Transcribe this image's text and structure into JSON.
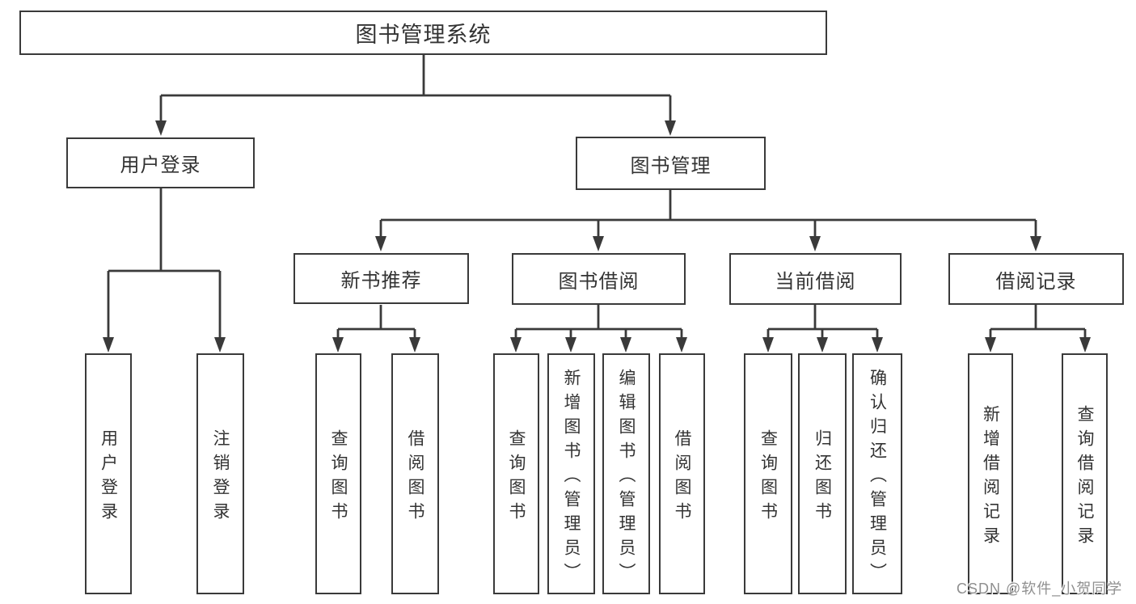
{
  "tree": {
    "label": "图书管理系统",
    "children": [
      {
        "label": "用户登录",
        "children": [
          {
            "label": "用户登录"
          },
          {
            "label": "注销登录"
          }
        ]
      },
      {
        "label": "图书管理",
        "children": [
          {
            "label": "新书推荐",
            "children": [
              {
                "label": "查询图书"
              },
              {
                "label": "借阅图书"
              }
            ]
          },
          {
            "label": "图书借阅",
            "children": [
              {
                "label": "查询图书"
              },
              {
                "label": "新增图书（管理员）"
              },
              {
                "label": "编辑图书（管理员）"
              },
              {
                "label": "借阅图书"
              }
            ]
          },
          {
            "label": "当前借阅",
            "children": [
              {
                "label": "查询图书"
              },
              {
                "label": "归还图书"
              },
              {
                "label": "确认归还（管理员）"
              }
            ]
          },
          {
            "label": "借阅记录",
            "children": [
              {
                "label": "新增借阅记录"
              },
              {
                "label": "查询借阅记录"
              }
            ]
          }
        ]
      }
    ]
  },
  "watermark": "CSDN @软件_小贺同学",
  "colors": {
    "line": "#3a3a3a",
    "text": "#333333",
    "watermark_gray": "#8f8f8f",
    "background": "#ffffff"
  }
}
